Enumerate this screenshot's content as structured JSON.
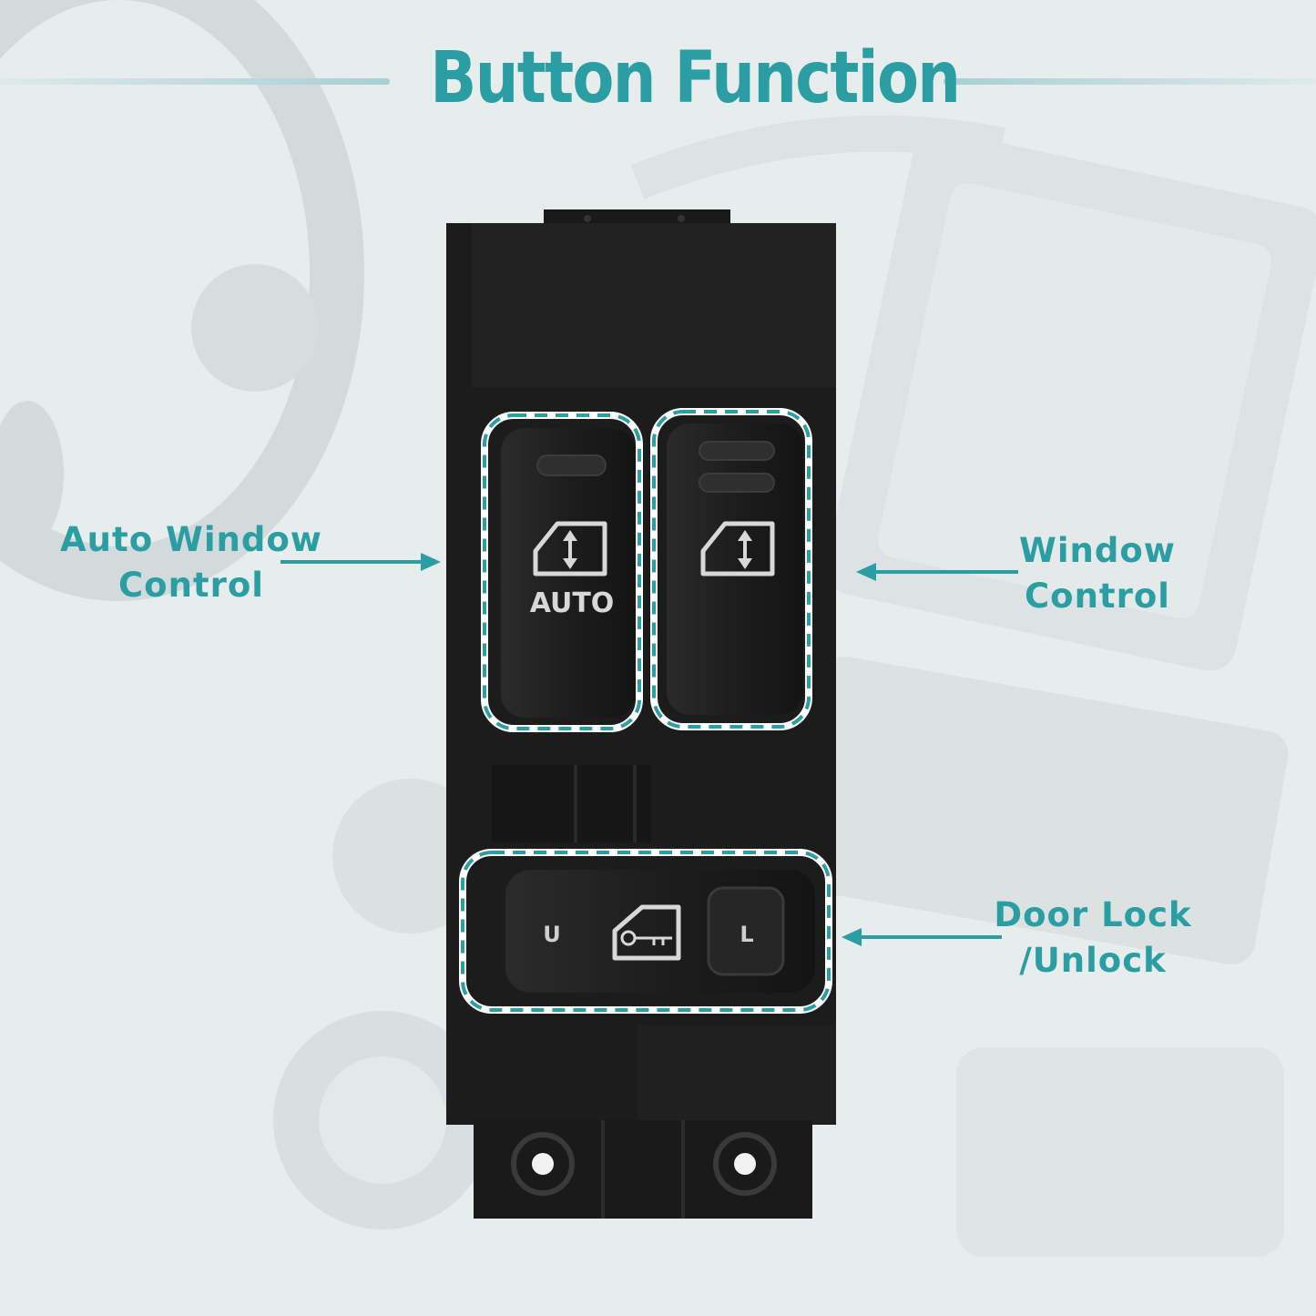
{
  "title": "Button Function",
  "colors": {
    "accent": "#2a9ea2",
    "device": "#1c1c1c",
    "background": "#e9eded"
  },
  "labels": {
    "auto_window": [
      "Auto Window",
      "Control"
    ],
    "window": [
      "Window",
      "Control"
    ],
    "door_lock": [
      "Door Lock",
      "/Unlock"
    ]
  },
  "switch": {
    "auto_text": "AUTO",
    "unlock_text": "U",
    "lock_text": "L",
    "window_icon": "window-up-down-icon",
    "door_icon": "door-lock-icon"
  }
}
